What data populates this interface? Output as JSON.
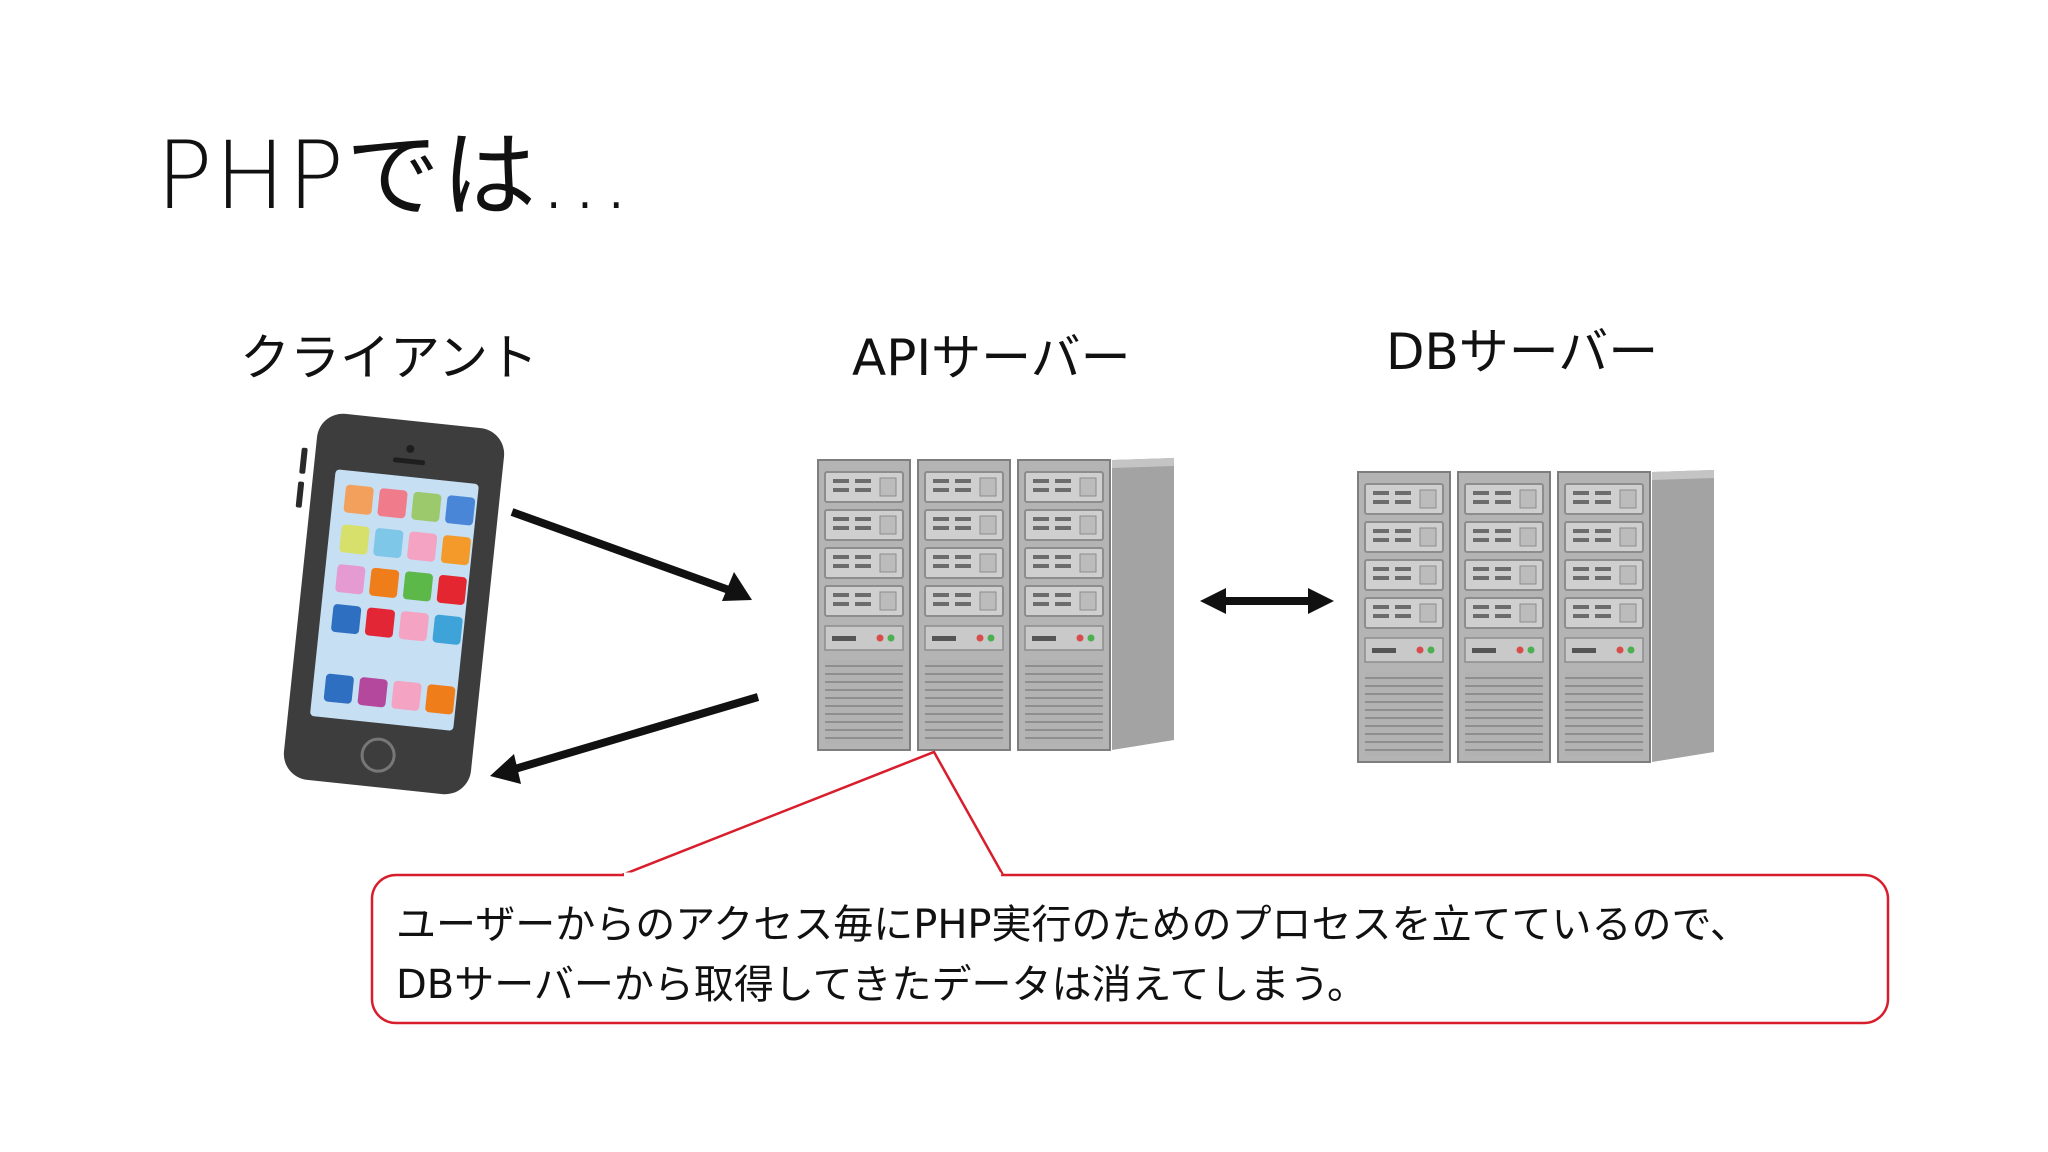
{
  "slide": {
    "title": "PHPでは…",
    "labels": {
      "client": "クライアント",
      "api_server": "APIサーバー",
      "db_server": "DBサーバー"
    },
    "callout": {
      "line1": "ユーザーからのアクセス毎にPHP実行のためのプロセスを立てているので、",
      "line2": "DBサーバーから取得してきたデータは消えてしまう。"
    }
  },
  "colors": {
    "callout_border": "#d81e2c",
    "arrow": "#111111",
    "server_body": "#a8a8a8",
    "phone_body": "#4a4a4a"
  },
  "icons": [
    "smartphone-icon",
    "api-server-rack-icon",
    "db-server-rack-icon"
  ]
}
